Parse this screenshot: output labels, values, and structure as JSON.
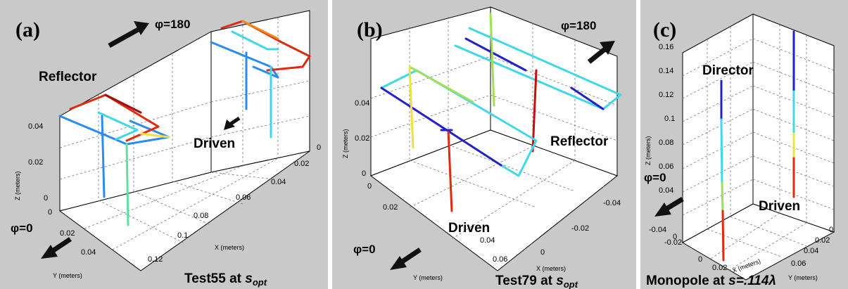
{
  "panels": [
    {
      "letter": "(a)",
      "phi_top": "φ=180",
      "phi_bottom": "φ=0",
      "element_labels": [
        "Reflector",
        "Driven"
      ],
      "caption_main": "Test55 at ",
      "caption_italic": "s",
      "caption_sub": "opt",
      "z_label": "Z (meters)",
      "x_label": "X (meters)",
      "y_label": "Y (meters)",
      "z_ticks": [
        "0.04",
        "0.02",
        "0"
      ],
      "x_ticks": [
        "0",
        "0.02",
        "0.04",
        "0.06",
        "0.08",
        "0.1",
        "0.12"
      ],
      "y_ticks": [
        "0",
        "0.02",
        "0.04"
      ]
    },
    {
      "letter": "(b)",
      "phi_top": "φ=180",
      "phi_bottom": "φ=0",
      "element_labels": [
        "Reflector",
        "Driven"
      ],
      "caption_main": "Test79 at ",
      "caption_italic": "s",
      "caption_sub": "opt",
      "z_label": "Z (meters)",
      "x_label": "X (meters)",
      "y_label": "Y (meters)",
      "z_ticks": [
        "0.04",
        "0.02",
        "0"
      ],
      "x_ticks": [
        "-0.04",
        "-0.02",
        "0"
      ],
      "y_ticks": [
        "0",
        "0.02",
        "0.04",
        "0.06"
      ]
    },
    {
      "letter": "(c)",
      "phi_bottom": "φ=0",
      "element_labels": [
        "Director",
        "Driven"
      ],
      "caption_main": "Monopole at ",
      "caption_italic": "s=.114λ",
      "z_label": "Z (meters)",
      "x_label": "X (meters)",
      "y_label": "Y (meters)",
      "z_ticks": [
        "0.16",
        "0.14",
        "0.12",
        "0.1",
        "0.08",
        "0.06",
        "0.04",
        "0"
      ],
      "x_ticks": [
        "-0.04",
        "-0.02",
        "0",
        "0.02"
      ],
      "y_ticks": [
        "0",
        "0.02",
        "0.04",
        "0.06"
      ]
    }
  ],
  "colors": {
    "panel_bg": "#c9c9c9",
    "arrow": "#111111",
    "wire_palette": [
      "#2222cc",
      "#2a8cf0",
      "#3fd8e8",
      "#9fe05a",
      "#f0e040",
      "#f08a20",
      "#e02a10",
      "#a01010"
    ]
  }
}
